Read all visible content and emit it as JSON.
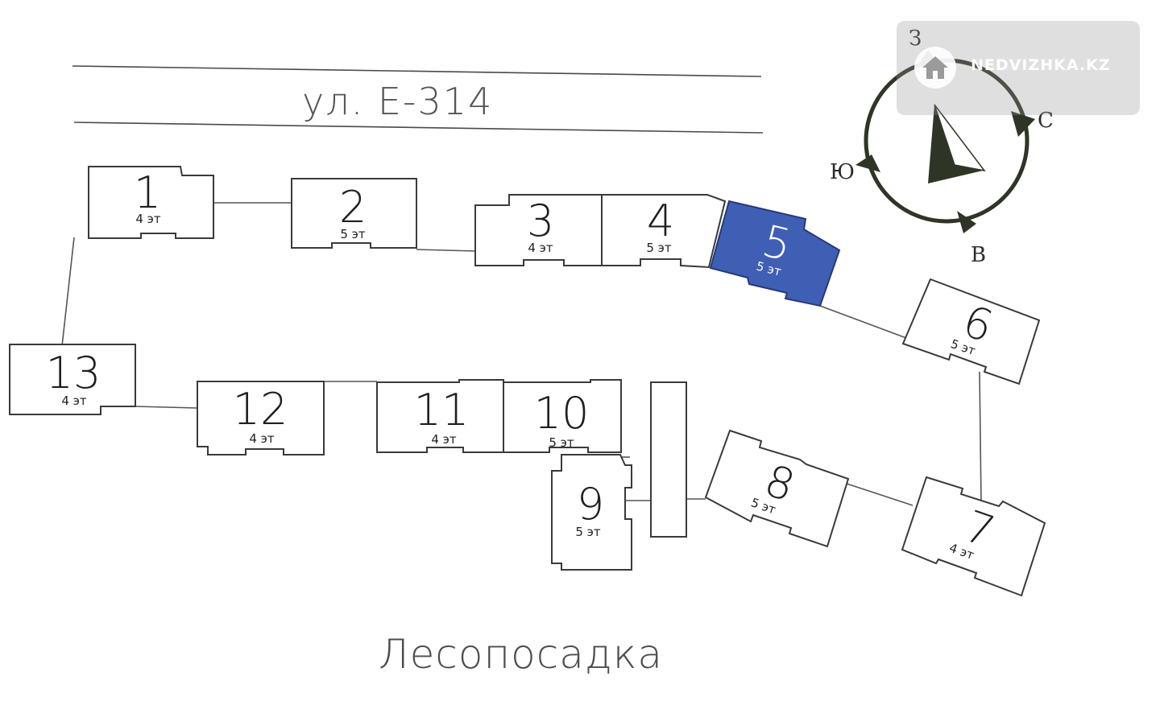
{
  "street_label": "ул. Е-314",
  "forest_label": "Лесопосадка",
  "compass": {
    "west": "З",
    "north": "С",
    "south": "Ю",
    "east": "В"
  },
  "watermark": {
    "text": "NEDVIZHKA.KZ",
    "icon": "house-logo-icon"
  },
  "colors": {
    "highlight": "#3f5fb5",
    "outline": "#3a3a3a",
    "compass": "#2f3526"
  },
  "buildings": [
    {
      "number": "1",
      "floors": "4 эт"
    },
    {
      "number": "2",
      "floors": "5 эт"
    },
    {
      "number": "3",
      "floors": "4 эт"
    },
    {
      "number": "4",
      "floors": "5 эт"
    },
    {
      "number": "5",
      "floors": "5 эт",
      "highlighted": true
    },
    {
      "number": "6",
      "floors": "5 эт"
    },
    {
      "number": "7",
      "floors": "4 эт"
    },
    {
      "number": "8",
      "floors": "5 эт"
    },
    {
      "number": "9",
      "floors": "5 эт"
    },
    {
      "number": "10",
      "floors": "5 эт"
    },
    {
      "number": "11",
      "floors": "4 эт"
    },
    {
      "number": "12",
      "floors": "4 эт"
    },
    {
      "number": "13",
      "floors": "4 эт"
    }
  ]
}
